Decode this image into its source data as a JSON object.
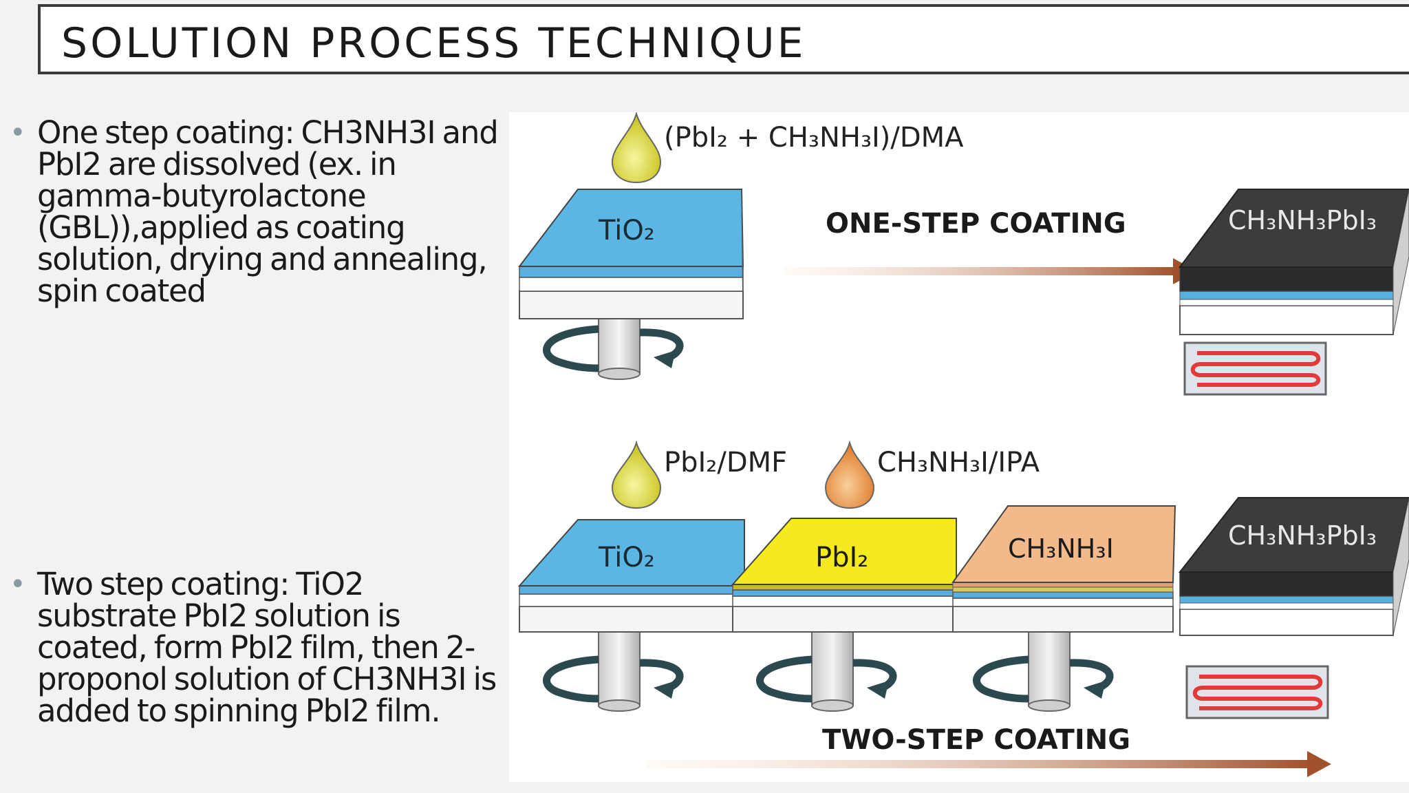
{
  "slide": {
    "title": "SOLUTION PROCESS TECHNIQUE",
    "bullets": [
      "One step coating: CH3NH3I and PbI2 are dissolved (ex. in gamma-butyrolactone (GBL)),applied as coating solution, drying and annealing, spin coated",
      "Two step coating:  TiO2 substrate PbI2 solution is coated, form PbI2 film, then 2-proponol solution of CH3NH3I is added to spinning PbI2 film."
    ]
  },
  "diagram": {
    "one_step": {
      "droplet_label": "(PbI₂ + CH₃NH₃I)/DMA",
      "substrate_label": "TiO₂",
      "process_label": "ONE-STEP COATING",
      "product_label": "CH₃NH₃PbI₃"
    },
    "two_step": {
      "droplet1_label": "PbI₂/DMF",
      "droplet2_label": "CH₃NH₃I/IPA",
      "substrate1_label": "TiO₂",
      "substrate2_label": "PbI₂",
      "substrate3_label": "CH₃NH₃I",
      "product_label": "CH₃NH₃PbI₃",
      "process_label": "TWO-STEP COATING"
    },
    "colors": {
      "tio2": "#5cb6e4",
      "pbi2": "#f4ea1e",
      "ch3nh3i": "#f2b98a",
      "perovskite": "#3c3c3c",
      "arrow": "#a0522d",
      "droplet_yellow": "#dede3a",
      "droplet_orange": "#f0a050",
      "heater_coil": "#e23a3a"
    }
  }
}
